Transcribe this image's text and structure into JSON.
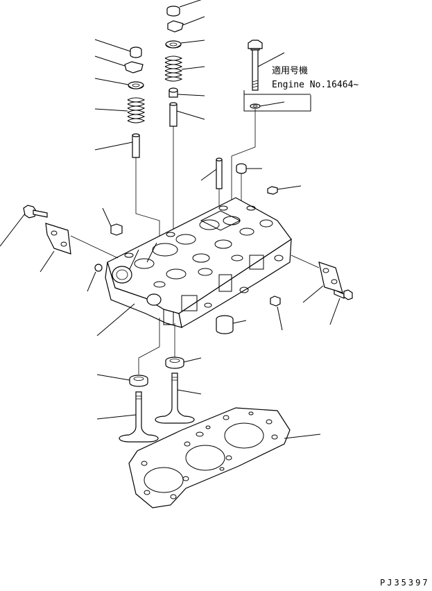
{
  "serial_note": {
    "jp_label": "適用号機",
    "engine_label": "Engine No.16464~"
  },
  "drawing_code": "PJ35397"
}
